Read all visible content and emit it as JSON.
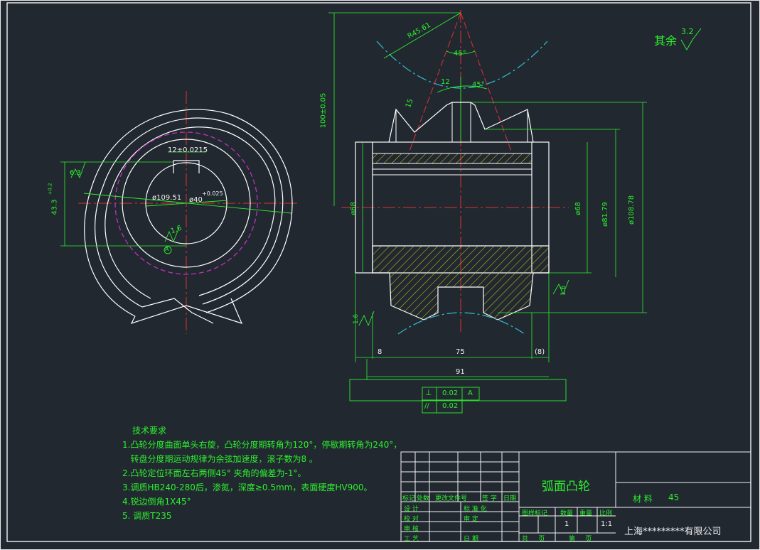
{
  "roughness_rest": {
    "label": "其余",
    "value": "3.2"
  },
  "dims": {
    "r4561": "R45.61",
    "a45_top": "45°",
    "a45_right": "45°",
    "d12": "12",
    "d15": "15",
    "h100": "100±0.05",
    "d68_left": "ø68",
    "d68_right": "ø68",
    "d8179": "ø81.79",
    "d10878": "ø108.78",
    "w8": "8",
    "w75": "75",
    "w8b": "(8)",
    "w91": "91",
    "key": "12±0.0215",
    "d10951": "ø109.51",
    "d40": "ø40",
    "d40tol": "+0.025",
    "h433": "43.3",
    "h433tol": "+0.2",
    "r63": "6.3",
    "r16a": "1.6",
    "r16b": "1.6",
    "r16c": "1.6",
    "datum": "A"
  },
  "tolerance": [
    {
      "symbol": "⊥",
      "value": "0.02",
      "datum": "A"
    },
    {
      "symbol": "//",
      "value": "0.02",
      "datum": ""
    }
  ],
  "notes": {
    "title": "技术要求",
    "lines": [
      "1.凸轮分度曲面单头右旋，凸轮分度期转角为120°，停歇期转角为240°，",
      "   转盘分度期运动规律为余弦加速度，滚子数为8 。",
      "2.凸轮定位环面左右两侧45° 夹角的偏差为-1°。",
      "3.调质HB240-280后，渗氮，深度≥0.5mm，表面硬度HV900。",
      "4.锐边倒角1X45°",
      "5. 调质T235"
    ]
  },
  "title_block": {
    "part_name": "弧面凸轮",
    "material_label": "材  料",
    "material": "45",
    "company": "上海*********有限公司",
    "hdr": [
      "标记",
      "处数",
      "更改文件号",
      "签 字",
      "日期"
    ],
    "design": "设  计",
    "check": "校  对",
    "review": "审  核",
    "process": "工  艺",
    "std": "标 准 化",
    "approve": "审  定",
    "date": "日  期",
    "cols": [
      "图样标记",
      "数量",
      "重量",
      "比例"
    ],
    "qty": "1",
    "scale": "1:1",
    "sheets": "共     页",
    "sheet": "第     页"
  }
}
